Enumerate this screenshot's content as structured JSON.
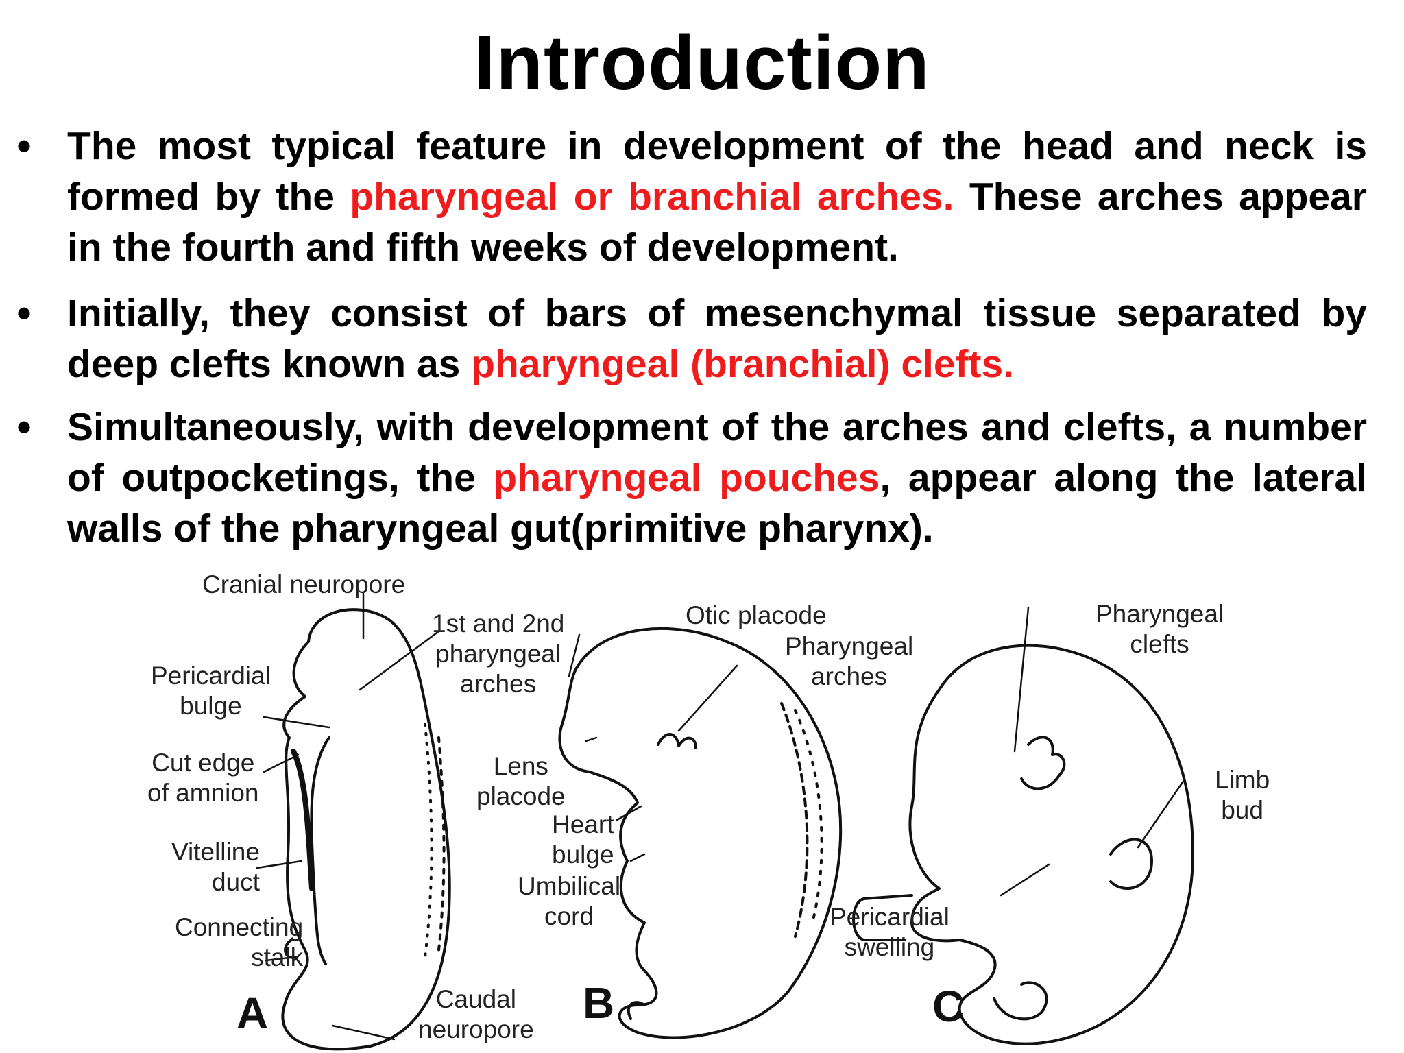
{
  "title": "Introduction",
  "bullets": [
    {
      "segments": [
        {
          "text": "The most typical feature in development of the head and neck is formed by the ",
          "highlight": false
        },
        {
          "text": "pharyngeal or branchial arches.",
          "highlight": true
        },
        {
          "text": " These arches appear in the fourth and fifth weeks of development.",
          "highlight": false
        }
      ]
    },
    {
      "segments": [
        {
          "text": "Initially, they consist of bars of mesenchymal tissue separated by deep clefts known as ",
          "highlight": false
        },
        {
          "text": "pharyngeal (branchial) clefts.",
          "highlight": true
        }
      ]
    },
    {
      "segments": [
        {
          "text": "Simultaneously, with development of the arches and clefts, a number of outpocketings, the ",
          "highlight": false
        },
        {
          "text": "pharyngeal pouches",
          "highlight": true
        },
        {
          "text": ", appear along the lateral walls of the pharyngeal gut(primitive pharynx).",
          "highlight": false
        }
      ]
    }
  ],
  "colors": {
    "highlight": "#ee1c1c",
    "text": "#000000"
  },
  "figure": {
    "panels": [
      "A",
      "B",
      "C"
    ],
    "labels": {
      "cranial_neuropore": "Cranial neuropore",
      "first_second_arches": [
        "1st and 2nd",
        "pharyngeal",
        "arches"
      ],
      "pericardial_bulge": [
        "Pericardial",
        "bulge"
      ],
      "cut_edge_amnion": [
        "Cut edge",
        "of amnion"
      ],
      "vitelline_duct": [
        "Vitelline",
        "duct"
      ],
      "connecting_stalk": [
        "Connecting",
        "stalk"
      ],
      "caudal_neuropore": [
        "Caudal",
        "neuropore"
      ],
      "otic_placode": "Otic placode",
      "pharyngeal_arches": [
        "Pharyngeal",
        "arches"
      ],
      "lens_placode": [
        "Lens",
        "placode"
      ],
      "heart_bulge": [
        "Heart",
        "bulge"
      ],
      "umbilical_cord": [
        "Umbilical",
        "cord"
      ],
      "pharyngeal_clefts": [
        "Pharyngeal",
        "clefts"
      ],
      "limb_bud": [
        "Limb",
        "bud"
      ],
      "pericardial_swelling": [
        "Pericardial",
        "swelling"
      ]
    }
  }
}
